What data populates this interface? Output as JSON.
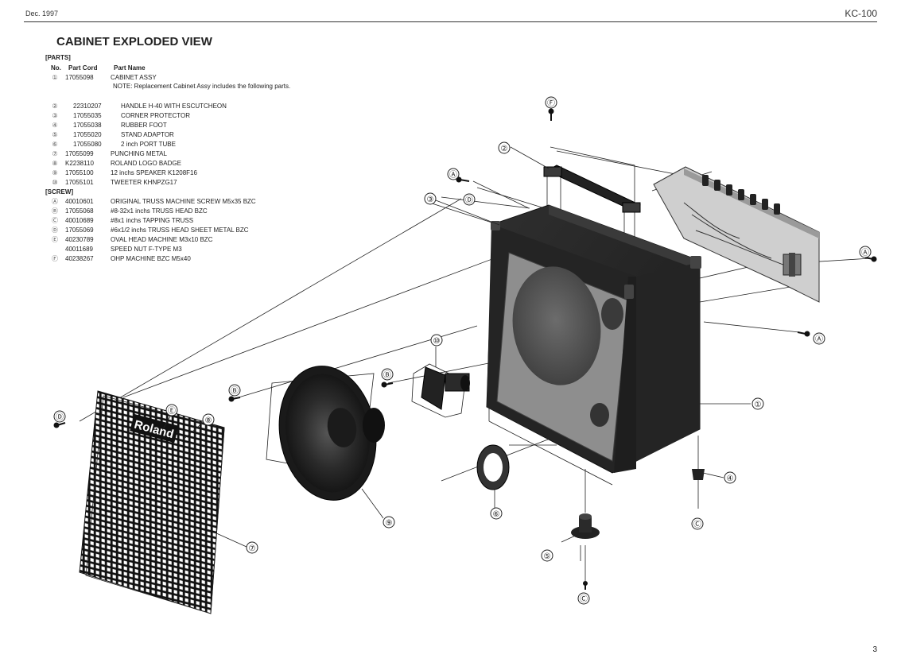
{
  "header": {
    "date": "Dec. 1997",
    "model": "KC-100"
  },
  "page_number": "3",
  "title": "CABINET EXPLODED VIEW",
  "parts_section": "[PARTS]",
  "screw_section": "[SCREW]",
  "columns": {
    "no": "No.",
    "cord": "Part Cord",
    "name": "Part Name"
  },
  "note": "NOTE: Replacement Cabinet Assy includes the following parts.",
  "parts": [
    {
      "no": "①",
      "cord": "17055098",
      "name": "CABINET ASSY",
      "sub": false
    },
    {
      "no": "②",
      "cord": "22310207",
      "name": "HANDLE H-40 WITH ESCUTCHEON",
      "sub": true
    },
    {
      "no": "③",
      "cord": "17055035",
      "name": "CORNER PROTECTOR",
      "sub": true
    },
    {
      "no": "④",
      "cord": "17055038",
      "name": "RUBBER FOOT",
      "sub": true
    },
    {
      "no": "⑤",
      "cord": "17055020",
      "name": "STAND ADAPTOR",
      "sub": true
    },
    {
      "no": "⑥",
      "cord": "17055080",
      "name": "2 inch PORT TUBE",
      "sub": true
    },
    {
      "no": "⑦",
      "cord": "17055099",
      "name": "PUNCHING METAL",
      "sub": false
    },
    {
      "no": "⑧",
      "cord": "K2238110",
      "name": "ROLAND LOGO BADGE",
      "sub": false
    },
    {
      "no": "⑨",
      "cord": "17055100",
      "name": "12 inchs SPEAKER K1208F16",
      "sub": false
    },
    {
      "no": "⑩",
      "cord": "17055101",
      "name": "TWEETER KHNPZG17",
      "sub": false
    }
  ],
  "screws": [
    {
      "no": "Ⓐ",
      "cord": "40010601",
      "name": "ORIGINAL TRUSS MACHINE SCREW M5x35 BZC"
    },
    {
      "no": "Ⓑ",
      "cord": "17055068",
      "name": "#8-32x1 inchs TRUSS HEAD BZC"
    },
    {
      "no": "Ⓒ",
      "cord": "40010689",
      "name": "#8x1 inchs TAPPING TRUSS"
    },
    {
      "no": "Ⓓ",
      "cord": "17055069",
      "name": "#6x1/2 inchs TRUSS HEAD SHEET METAL BZC"
    },
    {
      "no": "Ⓔ",
      "cord": "40230789",
      "name": "OVAL HEAD MACHINE M3x10 BZC"
    },
    {
      "no": "",
      "cord": "40011689",
      "name": "SPEED NUT F-TYPE M3"
    },
    {
      "no": "Ⓕ",
      "cord": "40238267",
      "name": "OHP MACHINE BZC M5x40"
    }
  ],
  "diagram": {
    "logo_text": "Roland",
    "callouts": {
      "c1": "①",
      "c2": "②",
      "c3": "③",
      "c4": "④",
      "c5": "⑤",
      "c6": "⑥",
      "c7": "⑦",
      "c8": "⑧",
      "c9": "⑨",
      "c10": "⑩",
      "a1": "Ⓐ",
      "a2": "Ⓐ",
      "a3": "Ⓐ",
      "b1": "Ⓑ",
      "b2": "Ⓑ",
      "c_screw1": "Ⓒ",
      "c_screw2": "Ⓒ",
      "d1": "Ⓓ",
      "d2": "Ⓓ",
      "e1": "Ⓔ",
      "f1": "Ⓕ"
    }
  }
}
